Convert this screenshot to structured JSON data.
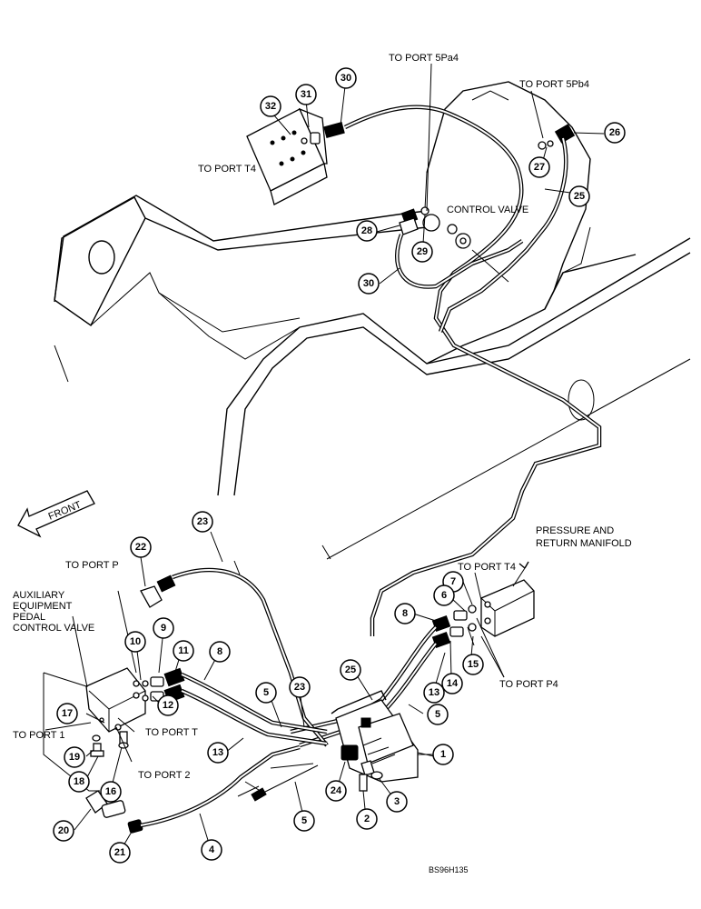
{
  "figure_code": "BS96H135",
  "labels": {
    "to_port_5pa4": "TO PORT 5Pa4",
    "to_port_5pb4": "TO PORT 5Pb4",
    "to_port_t4_top": "TO PORT T4",
    "control_valve": "CONTROL VALVE",
    "front": "FRONT",
    "pressure_return_1": "PRESSURE AND",
    "pressure_return_2": "RETURN MANIFOLD",
    "to_port_t4_right": "TO PORT T4",
    "to_port_p4": "TO PORT P4",
    "to_port_p": "TO PORT P",
    "aux_1": "AUXILIARY",
    "aux_2": "EQUIPMENT",
    "aux_3": "PEDAL",
    "aux_4": "CONTROL VALVE",
    "to_port_1": "TO PORT 1",
    "to_port_t": "TO PORT T",
    "to_port_2": "TO PORT 2"
  },
  "callouts": [
    {
      "id": "c30a",
      "n": "30"
    },
    {
      "id": "c32",
      "n": "32"
    },
    {
      "id": "c31",
      "n": "31"
    },
    {
      "id": "c26",
      "n": "26"
    },
    {
      "id": "c27",
      "n": "27"
    },
    {
      "id": "c25a",
      "n": "25"
    },
    {
      "id": "c28",
      "n": "28"
    },
    {
      "id": "c29",
      "n": "29"
    },
    {
      "id": "c30b",
      "n": "30"
    },
    {
      "id": "c23a",
      "n": "23"
    },
    {
      "id": "c22",
      "n": "22"
    },
    {
      "id": "c7",
      "n": "7"
    },
    {
      "id": "c6",
      "n": "6"
    },
    {
      "id": "c8a",
      "n": "8"
    },
    {
      "id": "c15",
      "n": "15"
    },
    {
      "id": "c14",
      "n": "14"
    },
    {
      "id": "c13a",
      "n": "13"
    },
    {
      "id": "c10",
      "n": "10"
    },
    {
      "id": "c9",
      "n": "9"
    },
    {
      "id": "c11",
      "n": "11"
    },
    {
      "id": "c8b",
      "n": "8"
    },
    {
      "id": "c12",
      "n": "12"
    },
    {
      "id": "c25b",
      "n": "25"
    },
    {
      "id": "c5a",
      "n": "5"
    },
    {
      "id": "c23b",
      "n": "23"
    },
    {
      "id": "c5b",
      "n": "5"
    },
    {
      "id": "c17",
      "n": "17"
    },
    {
      "id": "c13b",
      "n": "13"
    },
    {
      "id": "c1",
      "n": "1"
    },
    {
      "id": "c19",
      "n": "19"
    },
    {
      "id": "c18",
      "n": "18"
    },
    {
      "id": "c16",
      "n": "16"
    },
    {
      "id": "c24",
      "n": "24"
    },
    {
      "id": "c3",
      "n": "3"
    },
    {
      "id": "c20",
      "n": "20"
    },
    {
      "id": "c2",
      "n": "2"
    },
    {
      "id": "c5c",
      "n": "5"
    },
    {
      "id": "c21",
      "n": "21"
    },
    {
      "id": "c4",
      "n": "4"
    }
  ]
}
